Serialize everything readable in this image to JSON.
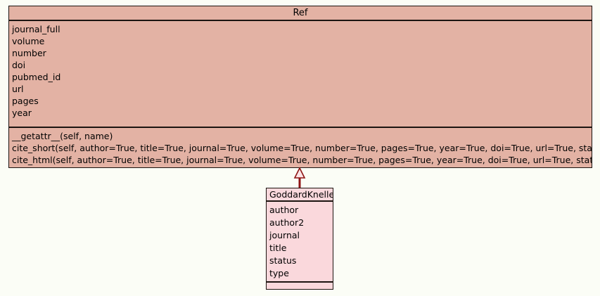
{
  "diagram": {
    "type": "uml-class-diagram",
    "background_color": "#fbfdf6",
    "relationship": {
      "name": "generalization",
      "kind": "inheritance",
      "from": "GoddardKneller",
      "to": "Ref",
      "line_color": "#8e1414",
      "arrowhead": "hollow-triangle"
    },
    "classes": [
      {
        "id": "ref",
        "name": "Ref",
        "fill_color": "#e3b2a4",
        "border_color": "#1c1410",
        "attributes": [
          "journal_full",
          "volume",
          "number",
          "doi",
          "pubmed_id",
          "url",
          "pages",
          "year"
        ],
        "methods": [
          "__getattr__(self, name)",
          "cite_short(self, author=True, title=True, journal=True, volume=True, number=True, pages=True, year=True, doi=True, url=True, status=True)",
          "cite_html(self, author=True, title=True, journal=True, volume=True, number=True, pages=True, year=True, doi=True, url=True, status=True)"
        ]
      },
      {
        "id": "goddardkneller",
        "name": "GoddardKneller",
        "fill_color": "#fad8dc",
        "border_color": "#1c1410",
        "attributes": [
          "author",
          "author2",
          "journal",
          "title",
          "status",
          "type"
        ],
        "methods": []
      }
    ]
  }
}
